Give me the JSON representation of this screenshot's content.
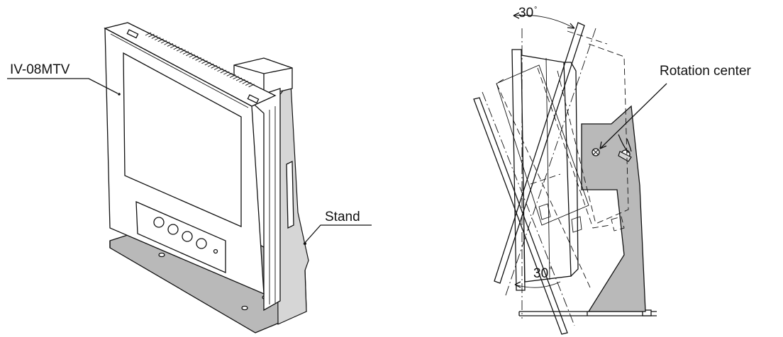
{
  "left_view": {
    "model_label": "IV-08MTV",
    "stand_label": "Stand"
  },
  "right_view": {
    "top_angle": "30",
    "bottom_angle": "30",
    "degree_symbol": "°",
    "rotation_label": "Rotation center"
  }
}
